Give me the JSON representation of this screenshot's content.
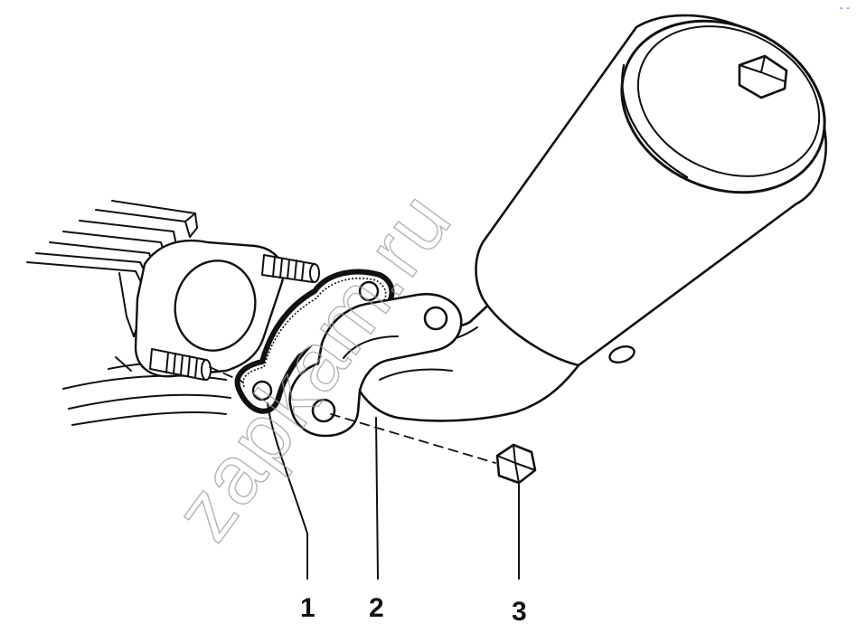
{
  "diagram": {
    "watermark": "zapkam.ru",
    "corner_mark": "- -",
    "callouts": [
      {
        "number": "1"
      },
      {
        "number": "2"
      },
      {
        "number": "3"
      }
    ],
    "colors": {
      "ink": "#111111",
      "paper": "#ffffff",
      "watermark": "#9a9a9a"
    }
  }
}
